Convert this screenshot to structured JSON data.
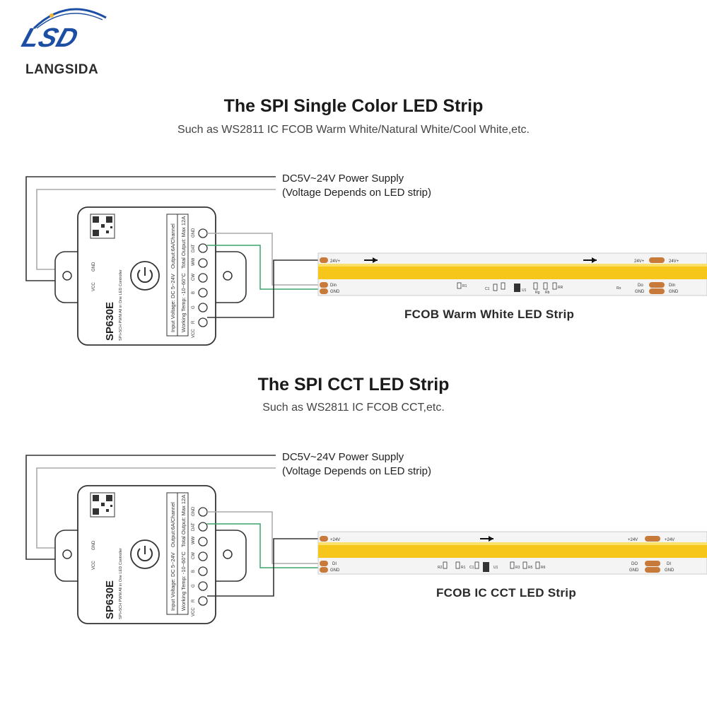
{
  "brand": {
    "logo_text": "LSD",
    "name": "LANGSIDA"
  },
  "sections": [
    {
      "title": "The SPI Single Color LED Strip",
      "subtitle": "Such as WS2811 IC FCOB Warm White/Natural White/Cool White,etc.",
      "power_line1": "DC5V~24V Power Supply",
      "power_line2": "(Voltage Depends on LED strip)",
      "strip_caption": "FCOB Warm White LED Strip",
      "pads_left": [
        "24V+",
        "Din",
        "GND"
      ],
      "pads_right": [
        "24V+",
        "Do",
        "GND"
      ],
      "pads_right_outer": [
        "24V+",
        "Din",
        "GND"
      ],
      "parts": [
        "R1",
        "C1",
        "U1",
        "Rg",
        "Rb",
        "RR",
        "Ro"
      ]
    },
    {
      "title": "The SPI CCT LED Strip",
      "subtitle": "Such as WS2811 IC FCOB CCT,etc.",
      "power_line1": "DC5V~24V Power Supply",
      "power_line2": "(Voltage Depends on LED strip)",
      "strip_caption": "FCOB IC CCT LED Strip",
      "pads_left": [
        "+24V",
        "DI",
        "GND"
      ],
      "pads_right": [
        "+24V",
        "DO",
        "GND"
      ],
      "pads_right_outer": [
        "+24V",
        "DI",
        "GND"
      ],
      "parts": [
        "R2",
        "R1",
        "C1",
        "U1",
        "R3",
        "R5",
        "R6"
      ]
    }
  ],
  "controller": {
    "model": "SP630E",
    "description": "SPI+5CH PWM All in One LED Controller",
    "spec1": "Input Voltage: DC 5~24V",
    "spec2": "Working Temp: -10~60°C",
    "spec3": "Output:6A/Channel",
    "spec4": "Total Output: Max 12A",
    "terminals": [
      "GND",
      "DAT",
      "WW",
      "CW",
      "B",
      "G",
      "R",
      "VCC"
    ],
    "power_terminals": [
      "GND",
      "VCC"
    ]
  },
  "colors": {
    "led_yellow": "#f6c61a",
    "led_yellow_light": "#fbe06a",
    "wire_green": "#3aa36b",
    "wire_gray": "#9a9a9a",
    "wire_dark": "#333333",
    "logo_blue": "#1c4ea3",
    "pad_copper": "#c87a3b"
  }
}
